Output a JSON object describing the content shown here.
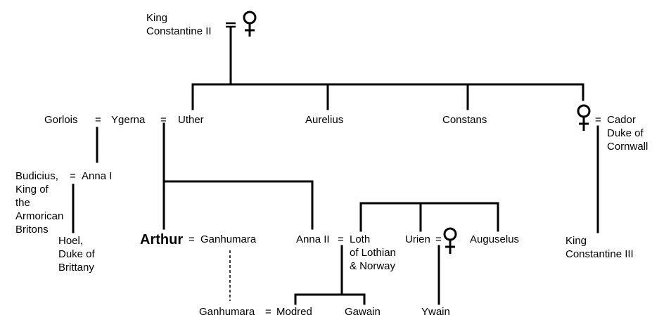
{
  "people": {
    "constantine_ii": "King\nConstantine II",
    "gorlois": "Gorlois",
    "ygerna": "Ygerna",
    "uther": "Uther",
    "aurelius": "Aurelius",
    "constans": "Constans",
    "cador": "Cador\nDuke of\nCornwall",
    "budicius": "Budicius,\nKing of\nthe\nArmorican\nBritons",
    "anna_i": "Anna I",
    "hoel": "Hoel,\nDuke of\nBrittany",
    "arthur": "Arthur",
    "ganhumara": "Ganhumara",
    "anna_ii": "Anna II",
    "loth": "Loth\nof Lothian\n& Norway",
    "urien": "Urien",
    "auguselus": "Auguselus",
    "constantine_iii": "King\nConstantine III",
    "ganhumara_2": "Ganhumara",
    "modred": "Modred",
    "gawain": "Gawain",
    "ywain": "Ywain"
  },
  "marriage_symbol": "="
}
